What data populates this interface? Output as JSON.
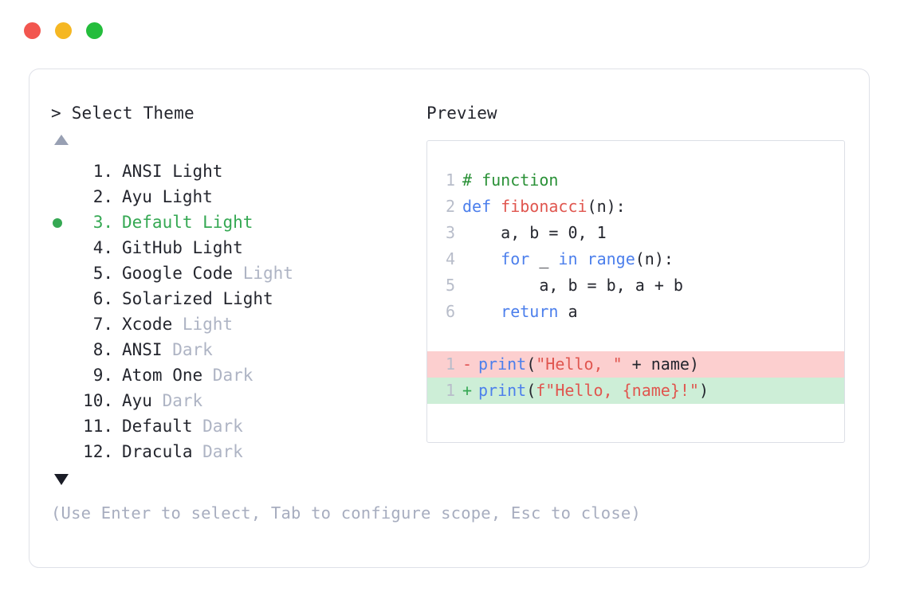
{
  "window": {
    "traffic_lights": [
      {
        "name": "close",
        "color": "#f05team"
      },
      {
        "name": "minimize",
        "color": "#f5b723"
      },
      {
        "name": "maximize",
        "color": "#28c03e"
      }
    ]
  },
  "colors": {
    "red_dot": "#f2564f",
    "yellow_dot": "#f5b723",
    "green_dot": "#24bd3c",
    "accent_green": "#35a853",
    "dim_text": "#aeb4c4",
    "body_text": "#24262e",
    "hint_text": "#a7adbf",
    "card_border": "#dfe1e8",
    "preview_border": "#dcdfe6",
    "line_number": "#b8bdca",
    "diff_del_bg": "#fccfcf",
    "diff_add_bg": "#cdeed7",
    "syntax_comment": "#2a9137",
    "syntax_keyword": "#4c7fec",
    "syntax_function": "#e0564f",
    "syntax_string": "#e0564f"
  },
  "left": {
    "prompt_symbol": ">",
    "title": "Select Theme",
    "scroll_up_icon": "triangle-up-icon",
    "scroll_down_icon": "triangle-down-icon",
    "themes": [
      {
        "index": "1.",
        "name": "ANSI",
        "suffix": "Light",
        "suffix_dim": false,
        "selected": false
      },
      {
        "index": "2.",
        "name": "Ayu",
        "suffix": "Light",
        "suffix_dim": false,
        "selected": false
      },
      {
        "index": "3.",
        "name": "Default",
        "suffix": "Light",
        "suffix_dim": false,
        "selected": true
      },
      {
        "index": "4.",
        "name": "GitHub",
        "suffix": "Light",
        "suffix_dim": false,
        "selected": false
      },
      {
        "index": "5.",
        "name": "Google Code",
        "suffix": "Light",
        "suffix_dim": true,
        "selected": false
      },
      {
        "index": "6.",
        "name": "Solarized",
        "suffix": "Light",
        "suffix_dim": false,
        "selected": false
      },
      {
        "index": "7.",
        "name": "Xcode",
        "suffix": "Light",
        "suffix_dim": true,
        "selected": false
      },
      {
        "index": "8.",
        "name": "ANSI",
        "suffix": "Dark",
        "suffix_dim": true,
        "selected": false
      },
      {
        "index": "9.",
        "name": "Atom One",
        "suffix": "Dark",
        "suffix_dim": true,
        "selected": false
      },
      {
        "index": "10.",
        "name": "Ayu",
        "suffix": "Dark",
        "suffix_dim": true,
        "selected": false
      },
      {
        "index": "11.",
        "name": "Default",
        "suffix": "Dark",
        "suffix_dim": true,
        "selected": false
      },
      {
        "index": "12.",
        "name": "Dracula",
        "suffix": "Dark",
        "suffix_dim": true,
        "selected": false
      }
    ],
    "hint": "(Use Enter to select, Tab to configure scope, Esc to close)"
  },
  "right": {
    "title": "Preview",
    "code_lines": [
      {
        "number": "1",
        "tokens": [
          {
            "text": "# function",
            "style": "comment"
          }
        ]
      },
      {
        "number": "2",
        "tokens": [
          {
            "text": "def ",
            "style": "keyword"
          },
          {
            "text": "fibonacci",
            "style": "fn"
          },
          {
            "text": "(n):",
            "style": "plain"
          }
        ]
      },
      {
        "number": "3",
        "tokens": [
          {
            "text": "    a, b = 0, 1",
            "style": "plain"
          }
        ]
      },
      {
        "number": "4",
        "tokens": [
          {
            "text": "    ",
            "style": "plain"
          },
          {
            "text": "for",
            "style": "keyword"
          },
          {
            "text": " _ ",
            "style": "plain"
          },
          {
            "text": "in range",
            "style": "keyword"
          },
          {
            "text": "(n):",
            "style": "plain"
          }
        ]
      },
      {
        "number": "5",
        "tokens": [
          {
            "text": "        a, b = b, a + b",
            "style": "plain"
          }
        ]
      },
      {
        "number": "6",
        "tokens": [
          {
            "text": "    ",
            "style": "plain"
          },
          {
            "text": "return",
            "style": "keyword"
          },
          {
            "text": " a",
            "style": "plain"
          }
        ]
      }
    ],
    "diff_lines": [
      {
        "number": "1",
        "sign": "-",
        "kind": "del",
        "tokens": [
          {
            "text": "print",
            "style": "keyword"
          },
          {
            "text": "(",
            "style": "plain"
          },
          {
            "text": "\"Hello, \"",
            "style": "string"
          },
          {
            "text": " + name)",
            "style": "plain"
          }
        ]
      },
      {
        "number": "1",
        "sign": "+",
        "kind": "add",
        "tokens": [
          {
            "text": "print",
            "style": "keyword"
          },
          {
            "text": "(",
            "style": "plain"
          },
          {
            "text": "f\"Hello, {name}!\"",
            "style": "string"
          },
          {
            "text": ")",
            "style": "plain"
          }
        ]
      }
    ]
  }
}
